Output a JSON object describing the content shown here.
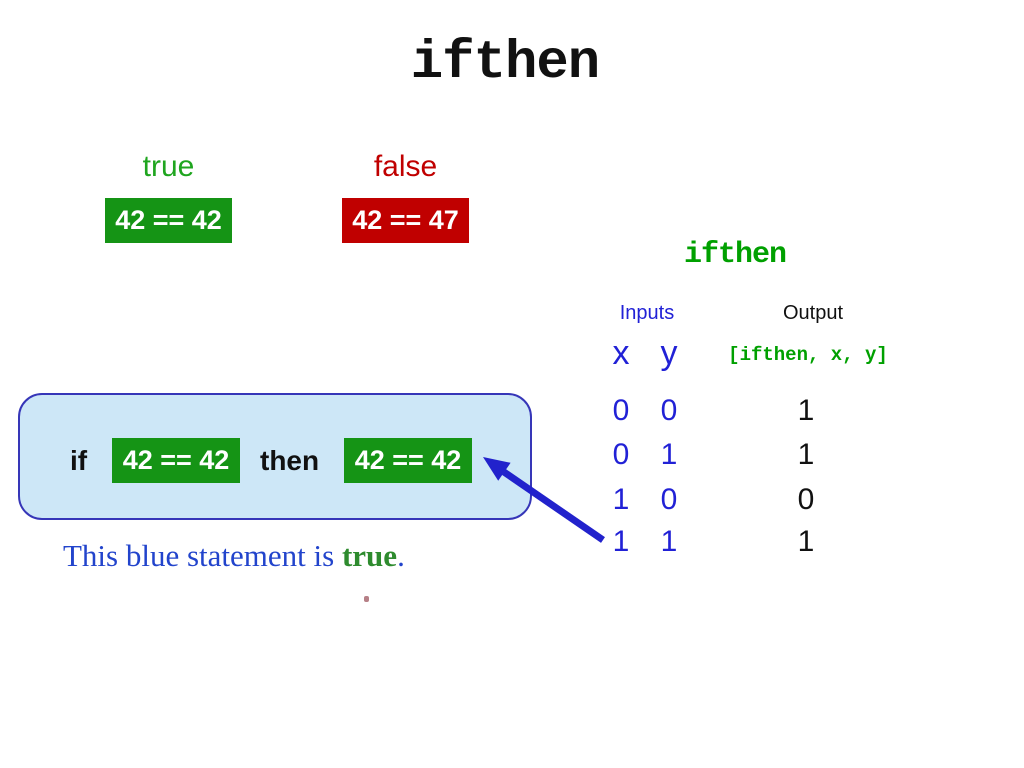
{
  "slide": {
    "title": "ifthen",
    "examples": {
      "true_label": "true",
      "true_expr": "42 == 42",
      "false_label": "false",
      "false_expr": "42 == 47"
    },
    "truth_table": {
      "title": "ifthen",
      "inputs_header": "Inputs",
      "output_header": "Output",
      "col_x": "x",
      "col_y": "y",
      "output_expr": "[ifthen, x, y]",
      "rows": [
        {
          "x": "0",
          "y": "0",
          "out": "1"
        },
        {
          "x": "0",
          "y": "1",
          "out": "1"
        },
        {
          "x": "1",
          "y": "0",
          "out": "0"
        },
        {
          "x": "1",
          "y": "1",
          "out": "1"
        }
      ]
    },
    "statement_box": {
      "if_label": "if",
      "condition": "42 == 42",
      "then_label": "then",
      "consequence": "42 == 42"
    },
    "caption": {
      "prefix": "This blue statement is ",
      "highlight": "true",
      "suffix": "."
    },
    "colors": {
      "box_green": "#159415",
      "box_red": "#c00000",
      "label_green": "#1fa51f",
      "label_red": "#c00000",
      "mono_green": "#00a000",
      "table_blue": "#2121d6",
      "caption_blue": "#2244cc",
      "caption_green": "#2e8b2e",
      "statement_fill": "#cde7f7",
      "statement_border": "#3636b8",
      "arrow_blue": "#2222cc"
    }
  }
}
